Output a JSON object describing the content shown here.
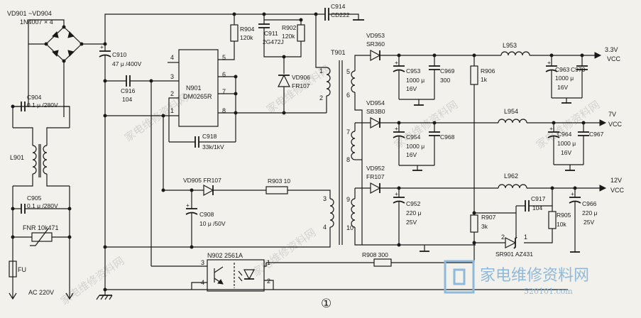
{
  "labels": {
    "bridge_ref": "VD901 ~VD904",
    "bridge_part": "1N4007 × 4",
    "c904_ref": "C904",
    "c904_val": "0.1 μ /280V",
    "l901": "L901",
    "c905_ref": "C905",
    "c905_val": "0.1 μ /280V",
    "fnr": "FNR 10k471",
    "fu": "FU",
    "ac": "AC 220V",
    "c910_ref": "C910",
    "c910_val": "47 μ /400V",
    "c916_ref": "C916",
    "c916_val": "104",
    "ic_ref": "N901",
    "ic_part": "DM0265R",
    "r904_ref": "R904",
    "r904_val": "120k",
    "c911_ref": "C911",
    "c911_val": "2G472J",
    "r902_ref": "R902",
    "r902_val": "120k",
    "vd906_ref": "VD906",
    "vd906_part": "FR107",
    "c918_ref": "C918",
    "c918_val": "33k/1kV",
    "c914_ref": "C914",
    "c914_val": "CD222",
    "t901": "T901",
    "vd905": "VD905 FR107",
    "r903": "R903 10",
    "c908_ref": "C908",
    "c908_val": "10 μ /50V",
    "n902": "N902 2561A",
    "r908": "R908 300",
    "vd953_ref": "VD953",
    "vd953_part": "SR360",
    "c953_ref": "C953",
    "c953_val1": "1000 μ",
    "c953_val2": "16V",
    "c969_ref": "C969",
    "c969_val": "300",
    "l953": "L953",
    "r906_ref": "R906",
    "r906_val": "1k",
    "c963_ref": "C963",
    "c963_val1": "1000 μ",
    "c963_val2": "16V",
    "c970_ref": "C970",
    "out1_v": "3.3V",
    "out1_n": "VCC",
    "vd954_ref": "VD954",
    "vd954_part": "SB3B0",
    "c954_ref": "C954",
    "c954_val1": "1000 μ",
    "c954_val2": "16V",
    "c968_ref": "C968",
    "l954": "L954",
    "c964_ref": "C964",
    "c964_val1": "1000 μ",
    "c964_val2": "16V",
    "c967_ref": "C967",
    "out2_v": "7V",
    "out2_n": "VCC",
    "vd952_ref": "VD952",
    "vd952_part": "FR107",
    "c952_ref": "C952",
    "c952_val1": "220 μ",
    "c952_val2": "25V",
    "l962": "L962",
    "c917_ref": "C917",
    "c917_val": "104",
    "r907_ref": "R907",
    "r907_val": "3k",
    "r905_ref": "R905",
    "r905_val": "10k",
    "c966_ref": "C966",
    "c966_val1": "220 μ",
    "c966_val2": "25V",
    "out3_v": "12V",
    "out3_n": "VCC",
    "sr901": "SR901 AZ431",
    "figure_num": "①"
  },
  "pins": {
    "ic": [
      "4",
      "3",
      "2",
      "1",
      "5",
      "6",
      "7",
      "8"
    ],
    "transformer": [
      "1",
      "2",
      "3",
      "4",
      "5",
      "6",
      "7",
      "8",
      "9",
      "10"
    ],
    "optocoupler": [
      "3",
      "4",
      "1",
      "2"
    ],
    "sr901": [
      "2",
      "1"
    ]
  },
  "watermark": {
    "logo_text": "家电维修资料网",
    "logo_url": "520101.com",
    "tile_text": "家电维修资料网"
  }
}
